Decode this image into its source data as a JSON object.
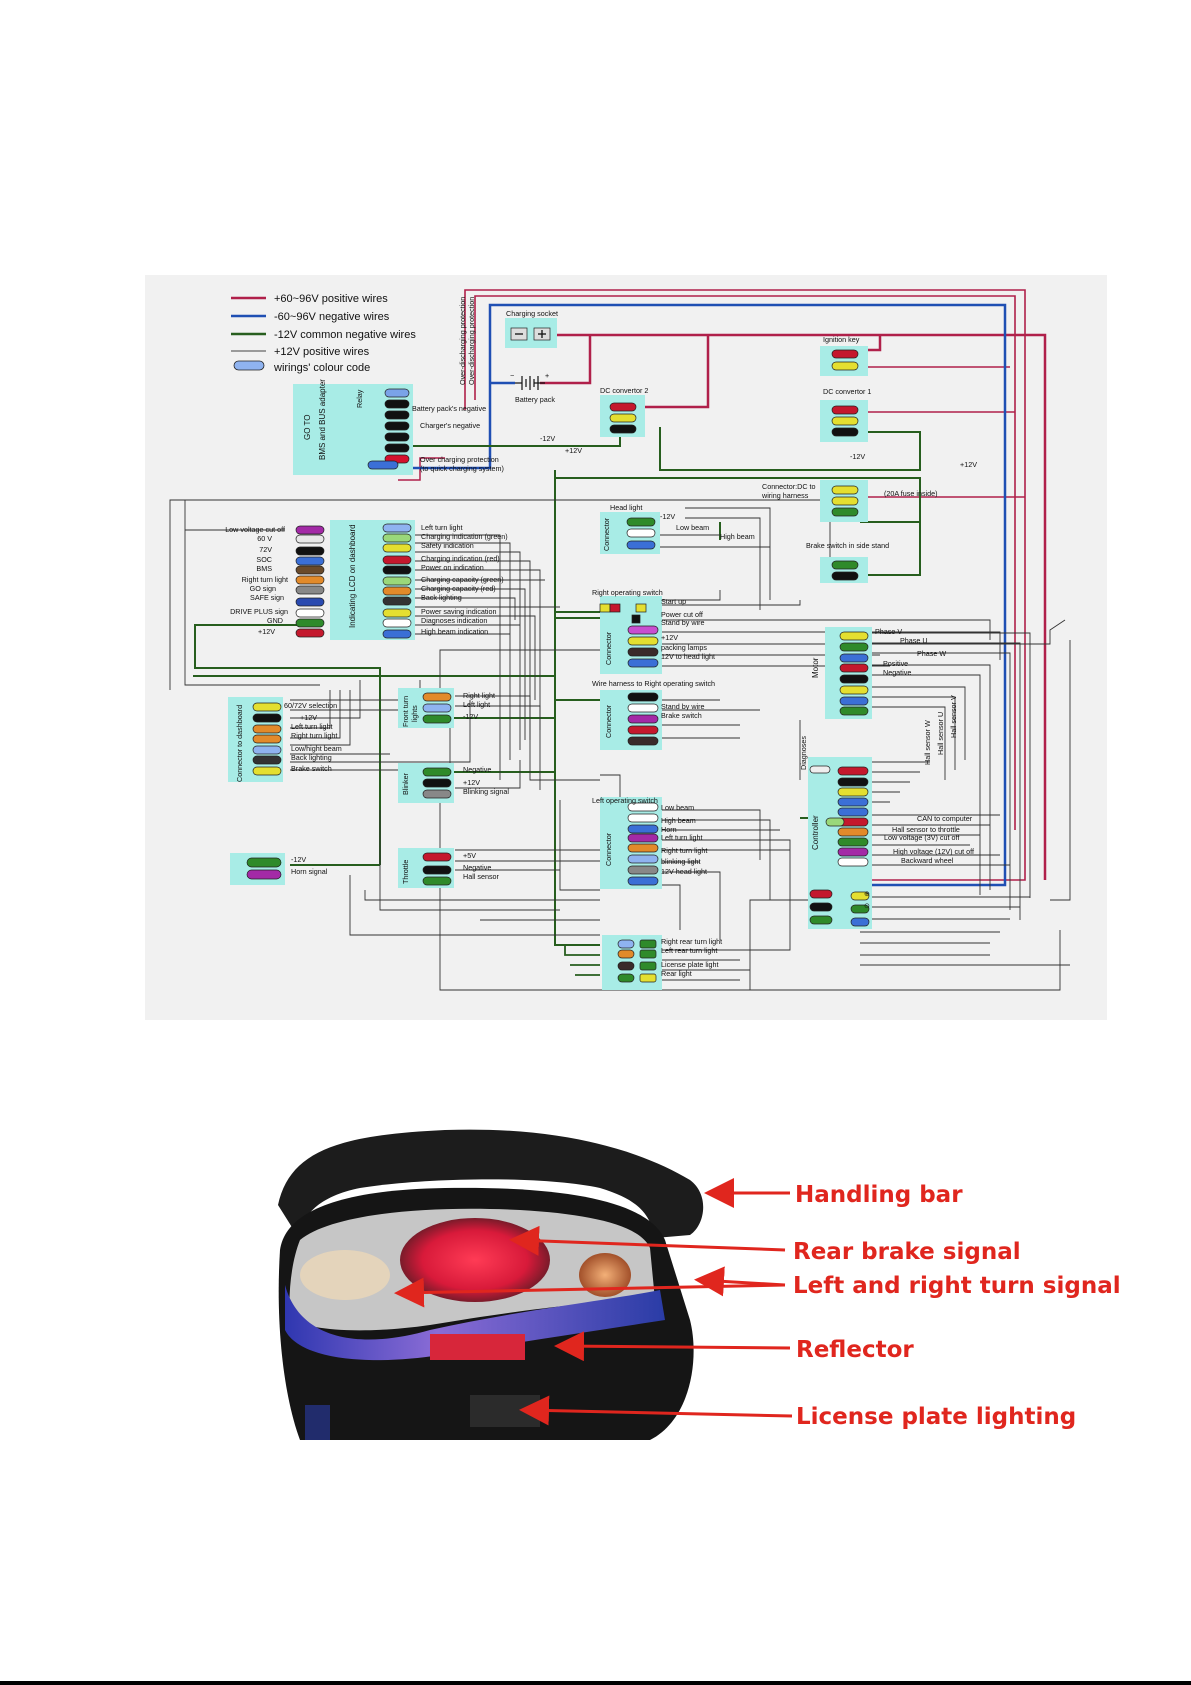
{
  "legend": {
    "items": [
      {
        "label": "+60~96V positive wires",
        "color": "#b0204a"
      },
      {
        "label": "-60~96V negative wires",
        "color": "#1f4fb3"
      },
      {
        "label": "-12V common negative wires",
        "color": "#275e1e"
      },
      {
        "label": "+12V positive wires",
        "color": "#333333"
      },
      {
        "label": "wirings' colour code",
        "color": "#8fb3f0"
      }
    ]
  },
  "colors": {
    "box": "#a8ece6",
    "pos": "#b0204a",
    "neg": "#1f4fb3",
    "gnd": "#275e1e",
    "wire": "#333333",
    "callout": "#e0261e"
  },
  "labels": {
    "charging_socket": "Charging socket",
    "battery_pack": "Battery pack",
    "over_discharging_1": "Over-discharging protection",
    "over_discharging_2": "Over-discharging protection",
    "relay": "Relay",
    "bms": "GO TO\nBMS and BUS adapter",
    "battery_neg": "Battery pack's negative",
    "charger_neg": "Charger's negative",
    "over_charging": "Over charging protection",
    "over_charging_2": "(to quick charging system)",
    "dc2": "DC convertor 2",
    "dc1": "DC convertor 1",
    "ignition": "Ignition key",
    "connector_dc": "Connector:DC to",
    "wiring_harness": "wiring harness",
    "fuse": "(20A fuse inside)",
    "brake_stand": "Brake switch in side stand",
    "head_light": "Head light",
    "connector": "Connector",
    "low_beam": "Low beam",
    "high_beam": "High beam",
    "m12v": "-12V",
    "p12v": "+12V",
    "right_switch": "Right operating switch",
    "wire_harness_right": "Wire harness to Right operating switch",
    "left_switch": "Left operating switch",
    "lcd": "Indicating LCD on dashboard",
    "connector_dash": "Connector to dashboard",
    "front_turn": "Front turn lights",
    "blinker": "Blinker",
    "throttle": "Throttle",
    "motor": "Motor",
    "controller": "Controller",
    "diagnoses": "Diagnoses"
  },
  "lcd_left": [
    "Low voltage cut off",
    "60 V",
    "72V",
    "SOC",
    "BMS",
    "Right turn light",
    "GO sign",
    "SAFE sign",
    "DRIVE PLUS sign",
    "GND",
    "+12V"
  ],
  "lcd_right": [
    "Left turn light",
    "Charging indication (green)",
    "Safety indication",
    "Charging indication (red)",
    "Power on indication",
    "Charging capacity (green)",
    "Charging capacity (red)",
    "Back lighting",
    "Power saving indication",
    "Diagnoses indication",
    "High beam indication"
  ],
  "right_switch_items": [
    "Start up",
    "Power cut off",
    "Stand by wire",
    "+12V",
    "packing lamps",
    "12V to head light"
  ],
  "harness_items": [
    "Stand by wire",
    "Brake switch"
  ],
  "left_switch_items": [
    "Low beam",
    "High beam",
    "Horn",
    "Left turn light",
    "Right turn light",
    "blinking light",
    "12V head light"
  ],
  "dash_items": [
    "60/72V selection",
    "+12V",
    "Left turn light",
    "Right turn light",
    "Low/hight beam",
    "Back lighting",
    "Brake switch"
  ],
  "front_turn_items": [
    "Right light",
    "Left light",
    "-12V"
  ],
  "blinker_items": [
    "Negative",
    "+12V",
    "Blinking signal"
  ],
  "horn_items": [
    "-12V",
    "Horn signal"
  ],
  "throttle_items": [
    "+5V",
    "Negative",
    "Hall sensor"
  ],
  "motor_items": [
    "Phase V",
    "Phase U",
    "Phase W",
    "Positive",
    "Negative"
  ],
  "hall_items": [
    "Hall sensor W",
    "Hall sensor U",
    "Hall sensor V"
  ],
  "controller_items": [
    "CAN to computer",
    "Hall sensor to throttle",
    "Low voltage (3V) cut off",
    "High voltage (12V) cut off",
    "Backward wheel"
  ],
  "rear_items": [
    "Right rear turn light",
    "Left rear turn light",
    "License plate light",
    "Rear light"
  ],
  "callouts": [
    "Handling bar",
    "Rear brake signal",
    "Left and right turn signal",
    "Reflector",
    "License plate lighting"
  ]
}
